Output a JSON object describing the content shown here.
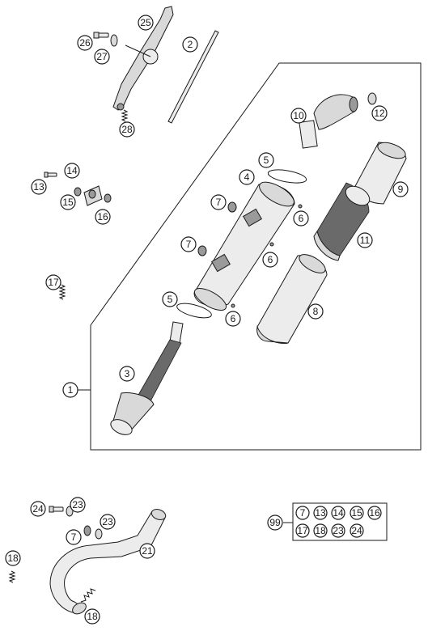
{
  "diagram": {
    "callouts": {
      "c1": "1",
      "c2": "2",
      "c3": "3",
      "c4": "4",
      "c5a": "5",
      "c5b": "5",
      "c6a": "6",
      "c6b": "6",
      "c6c": "6",
      "c7a": "7",
      "c7b": "7",
      "c7c": "7",
      "c8": "8",
      "c9": "9",
      "c10": "10",
      "c11": "11",
      "c12": "12",
      "c13": "13",
      "c14": "14",
      "c15": "15",
      "c16": "16",
      "c17": "17",
      "c18a": "18",
      "c18b": "18",
      "c21": "21",
      "c23a": "23",
      "c23b": "23",
      "c24": "24",
      "c25": "25",
      "c26": "26",
      "c27": "27",
      "c28": "28"
    },
    "kit": {
      "label": "99",
      "row1": [
        "7",
        "13",
        "14",
        "15",
        "16"
      ],
      "row2": [
        "17",
        "18",
        "23",
        "24"
      ]
    }
  }
}
